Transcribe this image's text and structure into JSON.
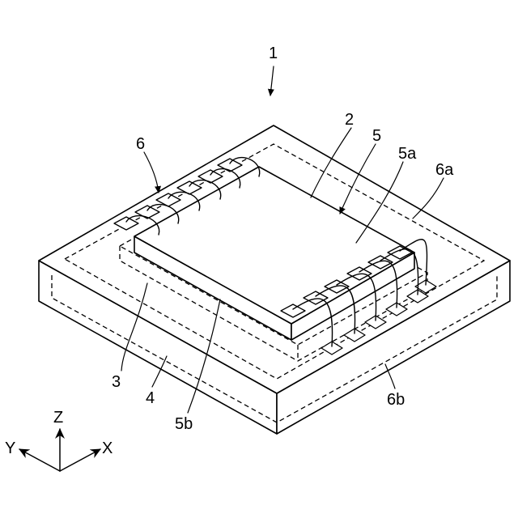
{
  "figure": {
    "labels": {
      "device": "1",
      "substrate_top": "2",
      "adhesive": "3",
      "cavity": "4",
      "chip": "5",
      "chip_top_surface": "5a",
      "chip_side_surface": "5b",
      "substrate": "6",
      "substrate_top_surface": "6a",
      "substrate_side_surface": "6b"
    },
    "axes": {
      "z": "Z",
      "y": "Y",
      "x": "X"
    }
  }
}
